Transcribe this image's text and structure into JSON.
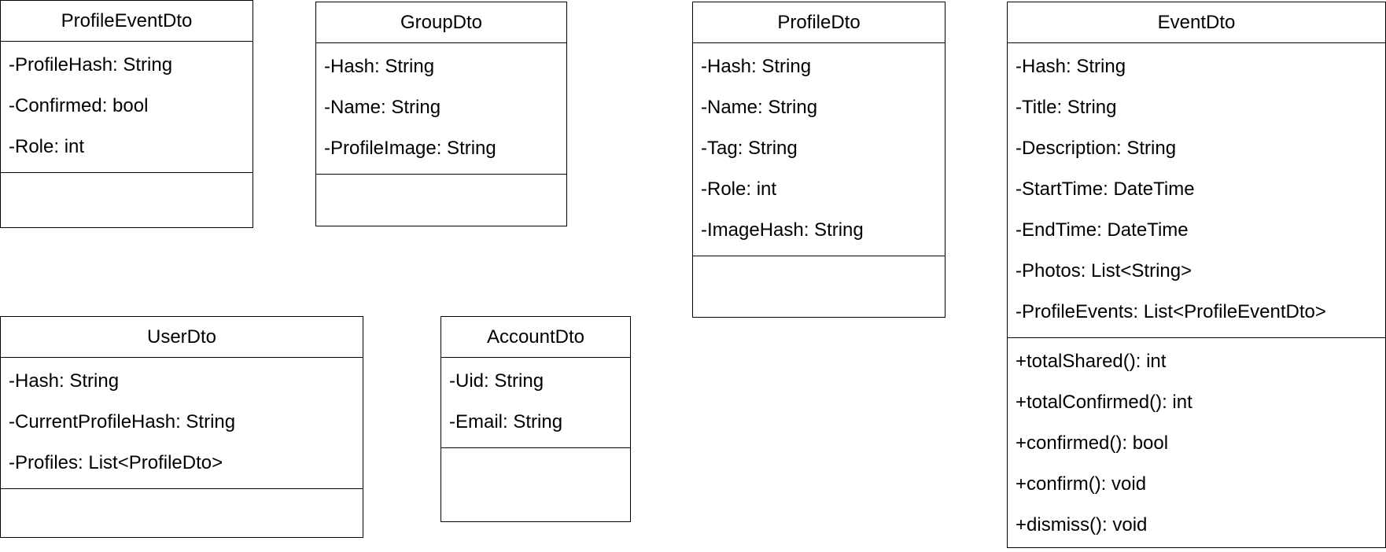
{
  "classes": {
    "profile_event_dto": {
      "name": "ProfileEventDto",
      "attributes": [
        "-ProfileHash: String",
        "-Confirmed: bool",
        "-Role: int"
      ],
      "methods": []
    },
    "group_dto": {
      "name": "GroupDto",
      "attributes": [
        "-Hash: String",
        "-Name: String",
        "-ProfileImage: String"
      ],
      "methods": []
    },
    "profile_dto": {
      "name": "ProfileDto",
      "attributes": [
        "-Hash: String",
        "-Name: String",
        "-Tag: String",
        "-Role: int",
        "-ImageHash: String"
      ],
      "methods": []
    },
    "event_dto": {
      "name": "EventDto",
      "attributes": [
        "-Hash: String",
        "-Title: String",
        "-Description: String",
        "-StartTime: DateTime",
        "-EndTime: DateTime",
        "-Photos: List<String>",
        "-ProfileEvents: List<ProfileEventDto>"
      ],
      "methods": [
        "+totalShared(): int",
        "+totalConfirmed(): int",
        "+confirmed(): bool",
        "+confirm(): void",
        "+dismiss(): void"
      ]
    },
    "user_dto": {
      "name": "UserDto",
      "attributes": [
        "-Hash: String",
        "-CurrentProfileHash: String",
        "-Profiles: List<ProfileDto>"
      ],
      "methods": []
    },
    "account_dto": {
      "name": "AccountDto",
      "attributes": [
        "-Uid: String",
        "-Email: String"
      ],
      "methods": []
    }
  }
}
